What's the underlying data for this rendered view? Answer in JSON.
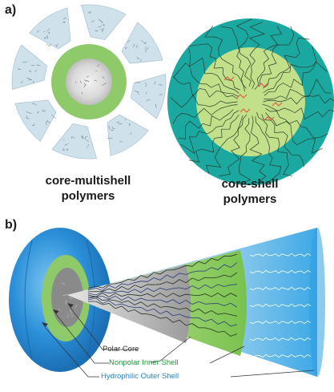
{
  "panel_a": {
    "label": "a)",
    "left_caption": [
      "core-multishell",
      "polymers"
    ],
    "right_caption": [
      "core-shell",
      "polymers"
    ]
  },
  "panel_b": {
    "label": "b)",
    "legend": {
      "polar_core": "Polar Core",
      "inner_shell": "Nonpolar Inner Shell",
      "outer_shell": "Hydrophilic Outer Shell"
    }
  },
  "colors": {
    "teal_shell": "#1aa8a0",
    "light_green": "#c2e08a",
    "green_ring": "#8fca6a",
    "blue_sphere": "#2b8fd8",
    "inner_shell_text": "#1f9a3a",
    "outer_shell_text": "#1f86c8",
    "wedge_fill": "#cfe2ec",
    "highlight_red": "#e0553a"
  }
}
